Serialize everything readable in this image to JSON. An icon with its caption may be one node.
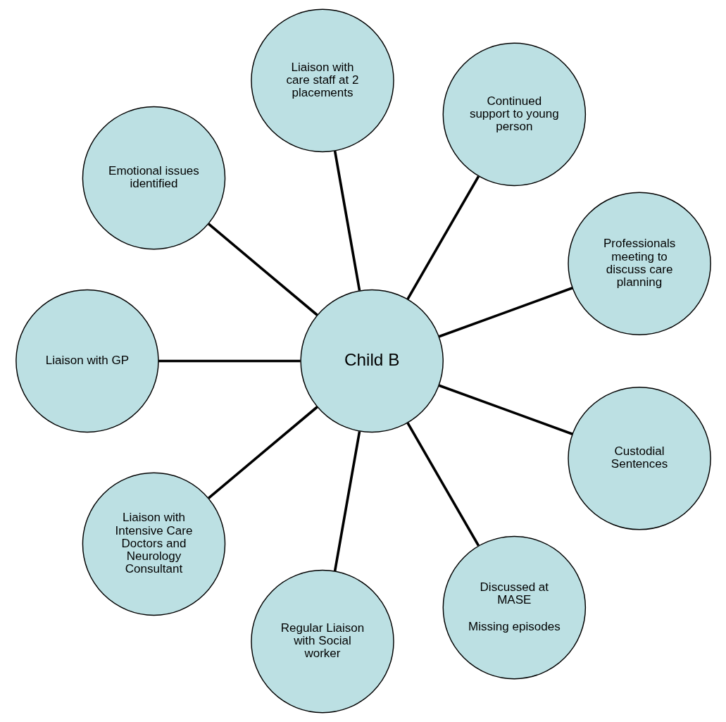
{
  "diagram": {
    "nodes": [
      {
        "text": [
          "Child B"
        ]
      },
      {
        "text": [
          "Professionals meeting to discuss care planning"
        ]
      },
      {
        "text": [
          "Continued support to young person"
        ]
      },
      {
        "text": [
          "Liaison with care staff at 2 placements"
        ]
      },
      {
        "text": [
          "Emotional issues identified"
        ]
      },
      {
        "text": [
          "Liaison with GP"
        ]
      },
      {
        "text": [
          "Liaison with Intensive Care Doctors and Neurology Consultant"
        ]
      },
      {
        "text": [
          "Regular Liaison with Social worker"
        ]
      },
      {
        "text": [
          "Discussed at MASE",
          "Missing episodes"
        ]
      },
      {
        "text": [
          "Custodial Sentences"
        ]
      }
    ],
    "edges": [
      {
        "from": 0,
        "to": 1,
        "arrow": "none"
      },
      {
        "from": 0,
        "to": 2,
        "arrow": "none"
      },
      {
        "from": 0,
        "to": 3,
        "arrow": "none"
      },
      {
        "from": 0,
        "to": 4,
        "arrow": "none"
      },
      {
        "from": 0,
        "to": 5,
        "arrow": "none"
      },
      {
        "from": 0,
        "to": 6,
        "arrow": "none"
      },
      {
        "from": 0,
        "to": 7,
        "arrow": "none"
      },
      {
        "from": 0,
        "to": 8,
        "arrow": "none"
      },
      {
        "from": 0,
        "to": 9,
        "arrow": "none"
      }
    ]
  }
}
